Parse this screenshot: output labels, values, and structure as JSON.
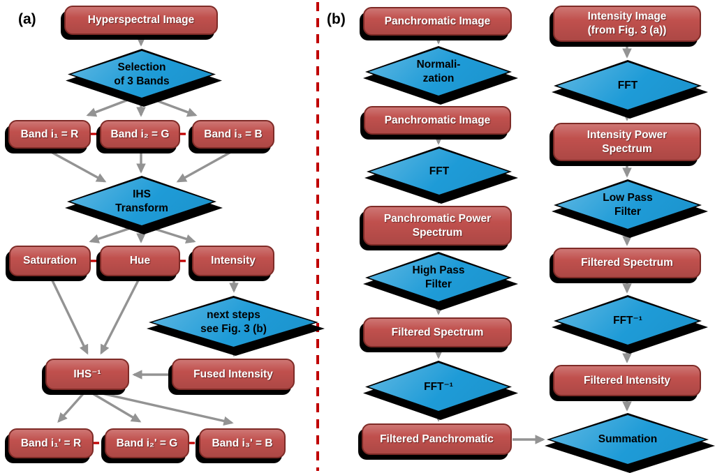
{
  "figure": {
    "panel_a_label": "(a)",
    "panel_b_label": "(b)"
  },
  "colors": {
    "box_fill": "#C0504D",
    "box_border": "#7E2B27",
    "diamond_fill": "#1E9BD7",
    "arrow": "#939393",
    "connector_red": "#C00000",
    "shadow": "#000000"
  },
  "nodes": {
    "hyperspectral": {
      "label": "Hyperspectral Image"
    },
    "selection": {
      "label": [
        "Selection",
        "of 3 Bands"
      ]
    },
    "band_i1": {
      "label": "Band i₁ = R"
    },
    "band_i2": {
      "label": "Band i₂ = G"
    },
    "band_i3": {
      "label": "Band i₃ = B"
    },
    "ihs_transform": {
      "label": [
        "IHS",
        "Transform"
      ]
    },
    "saturation": {
      "label": "Saturation"
    },
    "hue": {
      "label": "Hue"
    },
    "intensity": {
      "label": "Intensity"
    },
    "next_steps": {
      "label": [
        "next steps",
        "see Fig. 3 (b)"
      ]
    },
    "ihs_inverse": {
      "label": "IHS⁻¹"
    },
    "fused_intensity": {
      "label": "Fused Intensity"
    },
    "band_o1": {
      "label": "Band i₁' = R"
    },
    "band_o2": {
      "label": "Band i₂' = G"
    },
    "band_o3": {
      "label": "Band i₃' = B"
    },
    "pan_image_1": {
      "label": "Panchromatic Image"
    },
    "normalization": {
      "label": [
        "Normali-",
        "zation"
      ]
    },
    "pan_image_2": {
      "label": "Panchromatic Image"
    },
    "fft_pan": {
      "label": "FFT"
    },
    "pan_power_spectrum": {
      "label": [
        "Panchromatic Power",
        "Spectrum"
      ]
    },
    "high_pass_filter": {
      "label": [
        "High Pass",
        "Filter"
      ]
    },
    "filtered_spectrum_pan": {
      "label": "Filtered Spectrum"
    },
    "fft_inverse_pan": {
      "label": "FFT⁻¹"
    },
    "filtered_panchromatic": {
      "label": "Filtered Panchromatic"
    },
    "intensity_image": {
      "label": [
        "Intensity Image",
        "(from Fig. 3 (a))"
      ]
    },
    "fft_intensity": {
      "label": "FFT"
    },
    "intensity_power_spectrum": {
      "label": [
        "Intensity Power",
        "Spectrum"
      ]
    },
    "low_pass_filter": {
      "label": [
        "Low Pass",
        "Filter"
      ]
    },
    "filtered_spectrum_int": {
      "label": "Filtered Spectrum"
    },
    "fft_inverse_int": {
      "label": "FFT⁻¹"
    },
    "filtered_intensity": {
      "label": "Filtered Intensity"
    },
    "summation": {
      "label": "Summation"
    }
  }
}
